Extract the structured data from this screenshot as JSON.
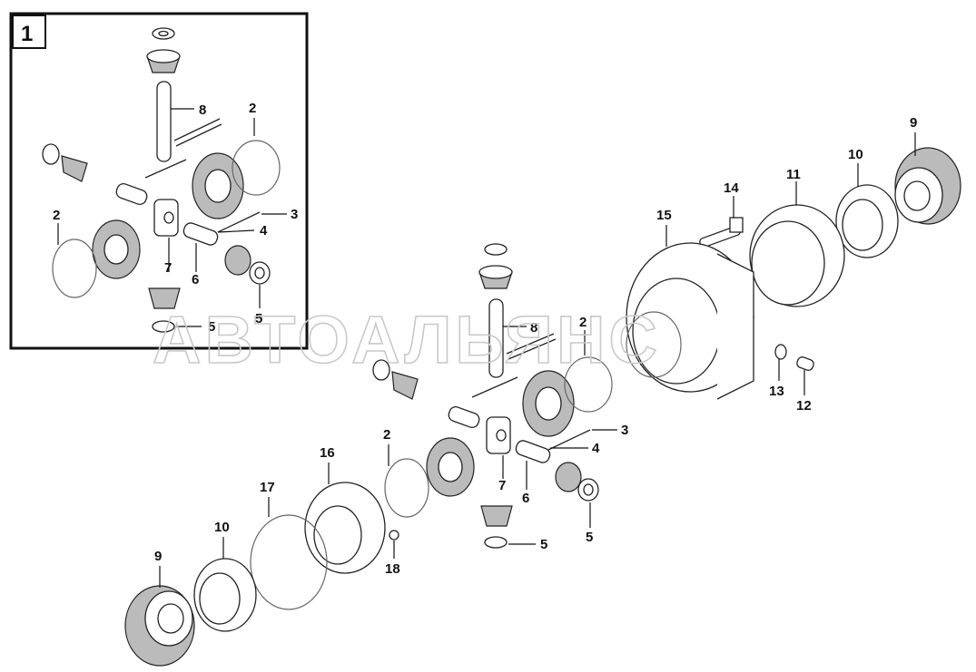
{
  "inset": {
    "number": "1",
    "labels": [
      {
        "id": "i8",
        "text": "8"
      },
      {
        "id": "i2a",
        "text": "2"
      },
      {
        "id": "i2b",
        "text": "2"
      },
      {
        "id": "i3",
        "text": "3"
      },
      {
        "id": "i4",
        "text": "4"
      },
      {
        "id": "i6",
        "text": "6"
      },
      {
        "id": "i7",
        "text": "7"
      },
      {
        "id": "i5a",
        "text": "5"
      },
      {
        "id": "i5b",
        "text": "5"
      }
    ]
  },
  "main": {
    "labels": [
      {
        "id": "m9a",
        "text": "9"
      },
      {
        "id": "m10a",
        "text": "10"
      },
      {
        "id": "m11",
        "text": "11"
      },
      {
        "id": "m14",
        "text": "14"
      },
      {
        "id": "m15",
        "text": "15"
      },
      {
        "id": "m13",
        "text": "13"
      },
      {
        "id": "m12",
        "text": "12"
      },
      {
        "id": "m8",
        "text": "8"
      },
      {
        "id": "m2a",
        "text": "2"
      },
      {
        "id": "m3",
        "text": "3"
      },
      {
        "id": "m4",
        "text": "4"
      },
      {
        "id": "m6",
        "text": "6"
      },
      {
        "id": "m7",
        "text": "7"
      },
      {
        "id": "m5a",
        "text": "5"
      },
      {
        "id": "m5b",
        "text": "5"
      },
      {
        "id": "m2b",
        "text": "2"
      },
      {
        "id": "m16",
        "text": "16"
      },
      {
        "id": "m17",
        "text": "17"
      },
      {
        "id": "m18",
        "text": "18"
      },
      {
        "id": "m10b",
        "text": "10"
      },
      {
        "id": "m9b",
        "text": "9"
      }
    ]
  },
  "watermark": "АВТОАЛЬЯНС"
}
